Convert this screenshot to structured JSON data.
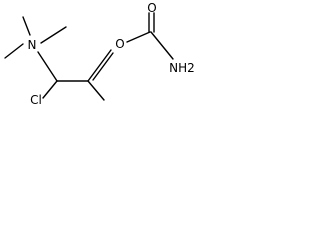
{
  "molecule": {
    "atoms": {
      "nitrogen": "N",
      "chlorine": "Cl",
      "ester_oxygen": "O",
      "carbonyl_oxygen": "O",
      "amine": "NH2"
    },
    "line_color": "#000000",
    "background_color": "#ffffff"
  }
}
